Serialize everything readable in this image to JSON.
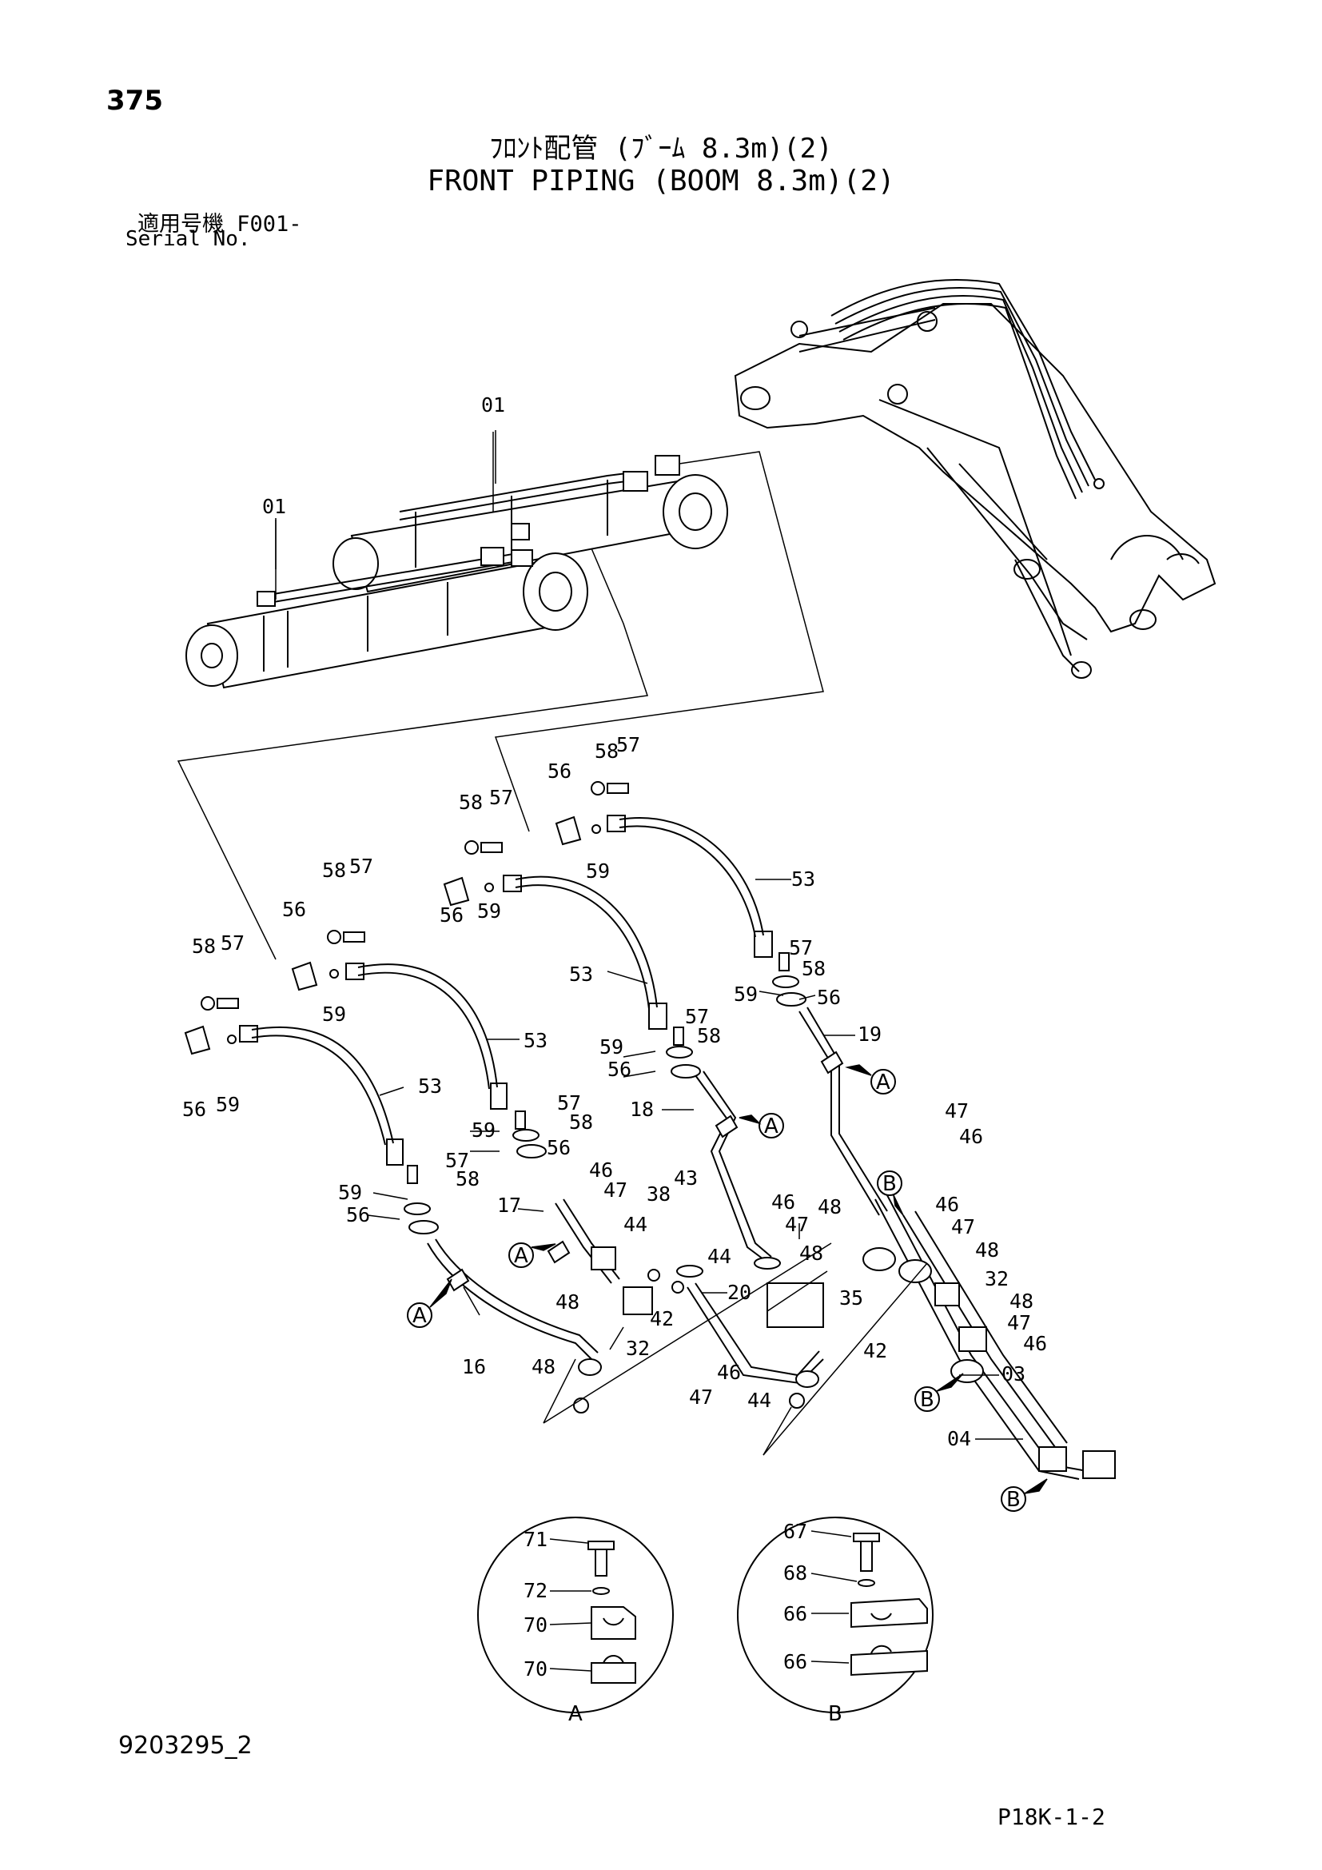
{
  "header": {
    "page_number": "375",
    "title_jp": "ﾌﾛﾝﾄ配管 (ﾌﾞｰﾑ 8.3m)(2)",
    "title_en": "FRONT PIPING (BOOM 8.3m)(2)",
    "serial_label_jp": "適用号機  F001-",
    "serial_label_en": "Serial No."
  },
  "footer": {
    "doc_id": "9203295_2",
    "page_code": "P18K-1-2"
  },
  "callouts": {
    "a": "A",
    "b": "B"
  },
  "parts": {
    "p01": "01",
    "p03": "03",
    "p04": "04",
    "p16": "16",
    "p17": "17",
    "p18": "18",
    "p19": "19",
    "p20": "20",
    "p32": "32",
    "p35": "35",
    "p38": "38",
    "p42": "42",
    "p43": "43",
    "p44": "44",
    "p46": "46",
    "p47": "47",
    "p48": "48",
    "p53": "53",
    "p56": "56",
    "p57": "57",
    "p58": "58",
    "p59": "59",
    "p66": "66",
    "p67": "67",
    "p68": "68",
    "p70": "70",
    "p71": "71",
    "p72": "72"
  }
}
